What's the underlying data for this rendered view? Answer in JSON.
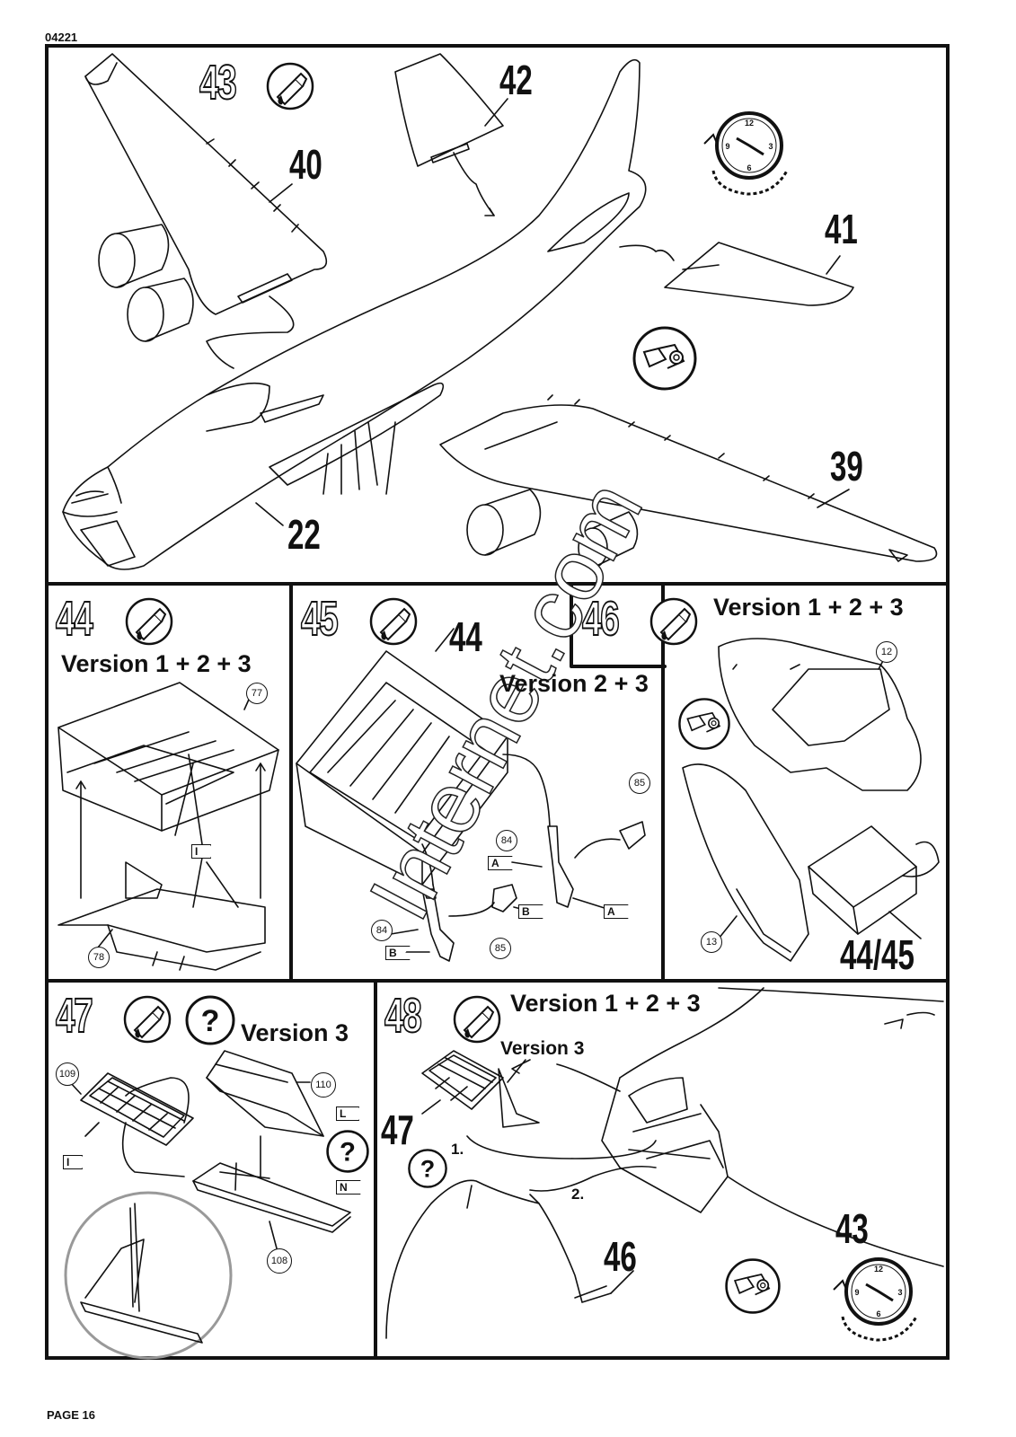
{
  "header_code": "04221",
  "footer_page": "PAGE 16",
  "watermark": "Internet.com",
  "step43": {
    "num": "43",
    "parts": [
      "40",
      "42",
      "41",
      "39",
      "22"
    ]
  },
  "step44": {
    "num": "44",
    "version": "Version 1 + 2 + 3",
    "parts": [
      "77",
      "78"
    ],
    "tag": "I"
  },
  "step45": {
    "num": "45",
    "part_ref": "44",
    "version": "Version 2 + 3",
    "parts": [
      "85",
      "84",
      "84",
      "85"
    ],
    "tags": [
      "A",
      "B",
      "A",
      "B"
    ]
  },
  "step46": {
    "num": "46",
    "version": "Version 1 + 2 + 3",
    "parts": [
      "12",
      "13"
    ],
    "part_ref": "44/45"
  },
  "step47": {
    "num": "47",
    "version": "Version 3",
    "parts": [
      "109",
      "110",
      "108"
    ],
    "tags": [
      "I",
      "L",
      "N"
    ]
  },
  "step48": {
    "num": "48",
    "version": "Version 1 + 2 + 3",
    "sub_version": "Version 3",
    "part_refs": [
      "47",
      "43",
      "46"
    ],
    "sequence": [
      "1.",
      "2."
    ]
  }
}
